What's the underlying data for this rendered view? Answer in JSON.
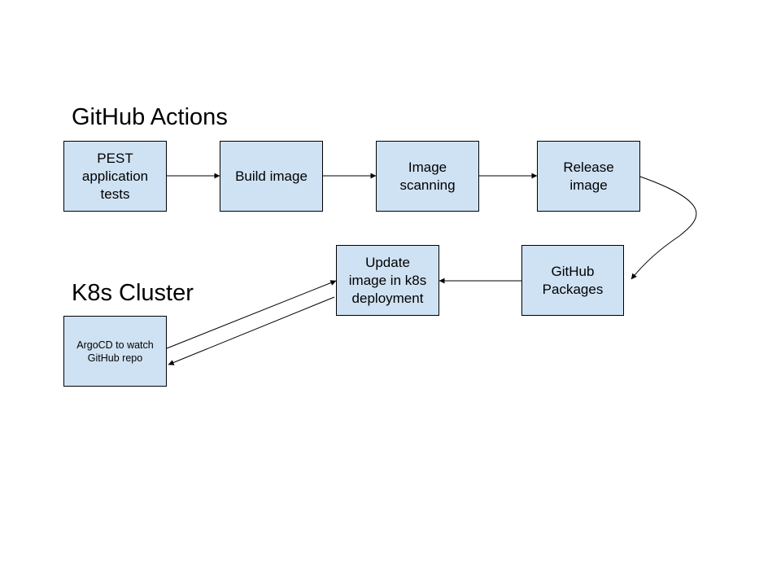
{
  "sections": {
    "github_actions": "GitHub Actions",
    "k8s_cluster": "K8s Cluster"
  },
  "nodes": {
    "pest_tests": "PEST\napplication\ntests",
    "build_image": "Build image",
    "image_scanning": "Image\nscanning",
    "release_image": "Release\nimage",
    "github_packages": "GitHub\nPackages",
    "update_image": "Update\nimage in k8s\ndeployment",
    "argocd": "ArgoCD to watch\nGitHub repo"
  },
  "colors": {
    "box_fill": "#cfe2f3",
    "stroke": "#000000"
  }
}
